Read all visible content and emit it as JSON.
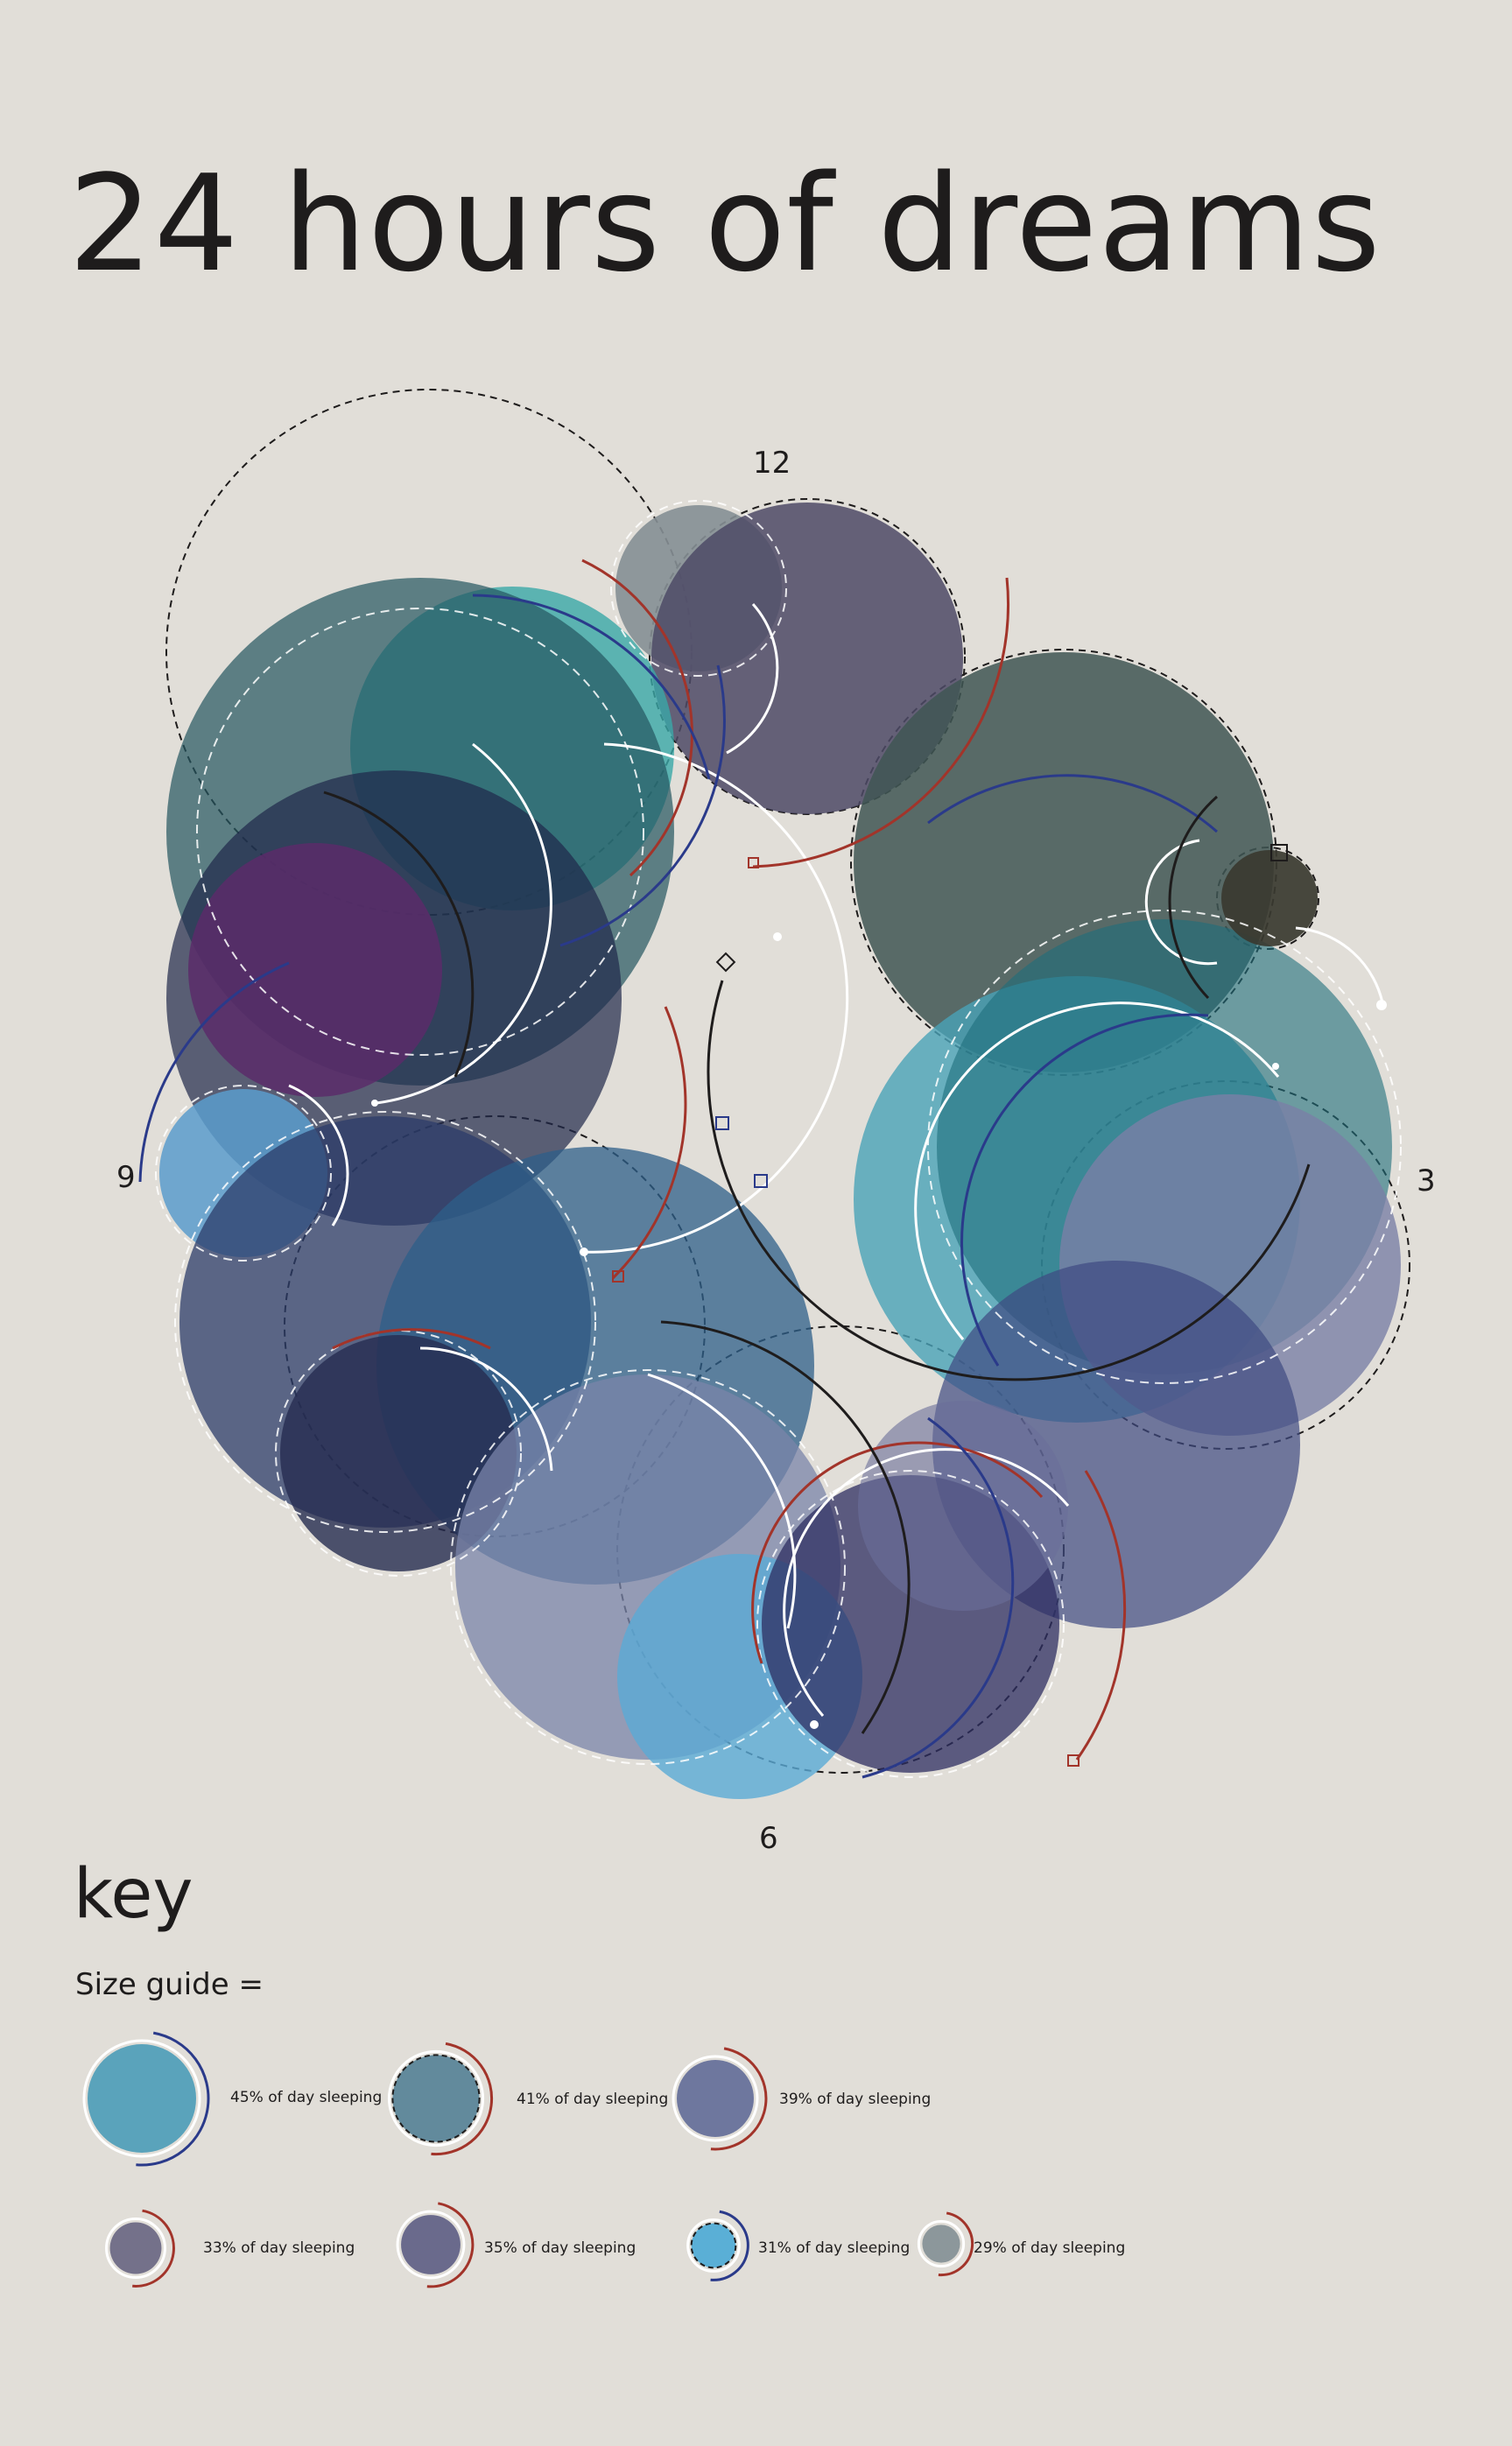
{
  "title": "24 hours of dreams",
  "clock": {
    "label_12": "12",
    "label_3": "3",
    "label_6": "6",
    "label_9": "9"
  },
  "key": {
    "title": "key",
    "size_guide": "Size guide =",
    "items": [
      {
        "label": "45% of day sleeping",
        "percent": 45,
        "color": "#5aa3bb",
        "arc_color": "#2a3a8a",
        "dashed": false
      },
      {
        "label": "41% of day sleeping",
        "percent": 41,
        "color": "#628a9c",
        "arc_color": "#a2342a",
        "dashed": true
      },
      {
        "label": "39% of day sleeping",
        "percent": 39,
        "color": "#6e779e",
        "arc_color": "#a2342a",
        "dashed": false
      },
      {
        "label": "33% of day sleeping",
        "percent": 33,
        "color": "#74718a",
        "arc_color": "#a2342a",
        "dashed": false
      },
      {
        "label": "35% of day sleeping",
        "percent": 35,
        "color": "#6a6a8c",
        "arc_color": "#a2342a",
        "dashed": false
      },
      {
        "label": "31% of day sleeping",
        "percent": 31,
        "color": "#5aafd6",
        "arc_color": "#2a3a8a",
        "dashed": true
      },
      {
        "label": "29% of day sleeping",
        "percent": 29,
        "color": "#8c979b",
        "arc_color": "#a2342a",
        "dashed": false
      }
    ]
  },
  "colors": {
    "background": "#e1ded8",
    "text": "#1e1c1c",
    "teal": "#2e9aa0",
    "slate": "#4a5e5c",
    "purple": "#5a2c6a",
    "navy": "#263660",
    "arc_red": "#a2342a",
    "arc_blue": "#2a3a8a"
  }
}
